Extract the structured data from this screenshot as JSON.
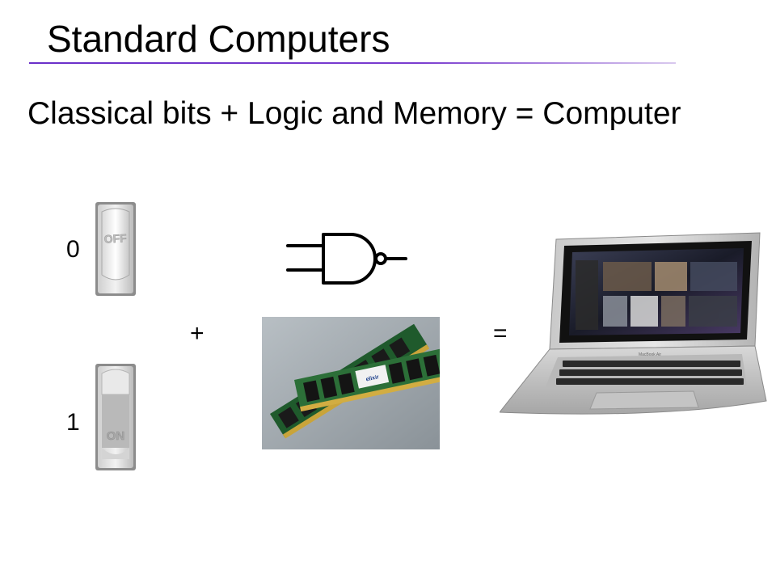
{
  "slide": {
    "title": "Standard Computers",
    "subtitle": "Classical bits + Logic and Memory = Computer"
  },
  "diagram": {
    "bit_zero": "0",
    "bit_one": "1",
    "switch_off_text": "OFF",
    "switch_on_text": "ON",
    "plus": "+",
    "equals": "=",
    "ram_brand": "elixir",
    "laptop_brand": "MacBook Air"
  },
  "colors": {
    "rule_accent": "#6a2fc9"
  }
}
